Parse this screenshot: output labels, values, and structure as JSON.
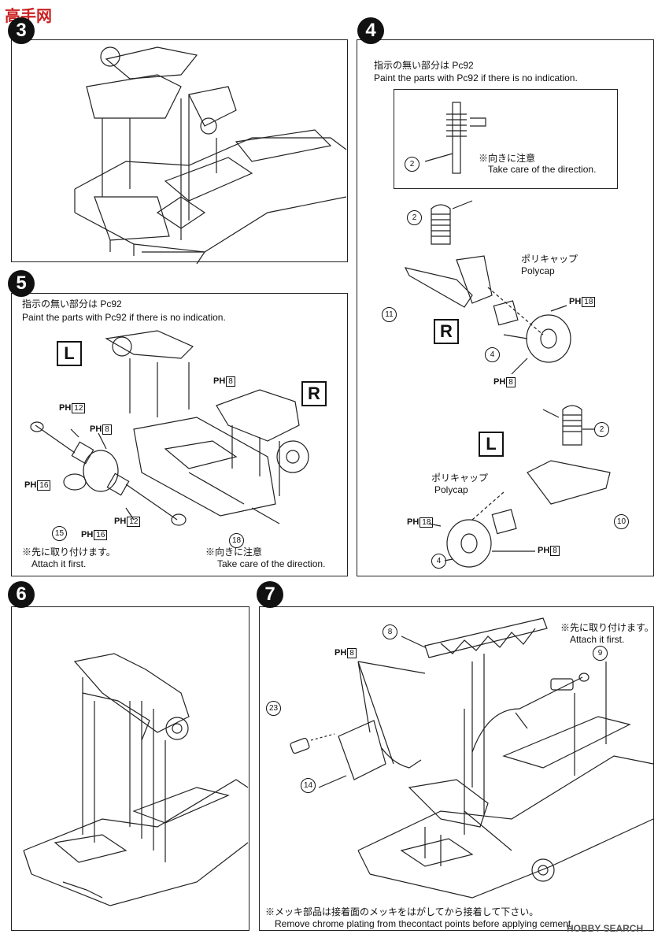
{
  "watermark_top": {
    "text": "高手网"
  },
  "watermark_bottom": {
    "text": "HOBBY SEARCH"
  },
  "steps": {
    "s3": {
      "num": "3"
    },
    "s4": {
      "num": "4",
      "note_jp": "指示の無い部分は Pc92",
      "note_en": "Paint the parts with Pc92 if there is no indication.",
      "dir_jp": "※向きに注意",
      "dir_en": "Take care of the direction.",
      "polycap_jp": "ポリキャップ",
      "polycap_en": "Polycap",
      "R": "R",
      "L": "L",
      "part_2": "2",
      "part_11": "11",
      "part_4": "4",
      "part_10": "10",
      "ph18": "18",
      "ph8": "8"
    },
    "s5": {
      "num": "5",
      "note_jp": "指示の無い部分は Pc92",
      "note_en": "Paint the parts with Pc92 if there is no indication.",
      "L": "L",
      "R": "R",
      "ph12": "12",
      "ph8": "8",
      "ph16": "16",
      "part_15": "15",
      "part_18": "18",
      "attach_jp": "※先に取り付けます。",
      "attach_en": "Attach it first.",
      "dir_jp": "※向きに注意",
      "dir_en": "Take care of the direction."
    },
    "s6": {
      "num": "6"
    },
    "s7": {
      "num": "7",
      "part_8": "8",
      "part_9": "9",
      "part_23": "23",
      "part_14": "14",
      "ph8": "8",
      "attach_jp": "※先に取り付けます。",
      "attach_en": "Attach it first.",
      "chrome_jp": "※メッキ部品は接着面のメッキをはがしてから接着して下さい。",
      "chrome_en": "Remove chrome plating from thecontact points before applying cement."
    }
  },
  "ph_prefix": "PH"
}
